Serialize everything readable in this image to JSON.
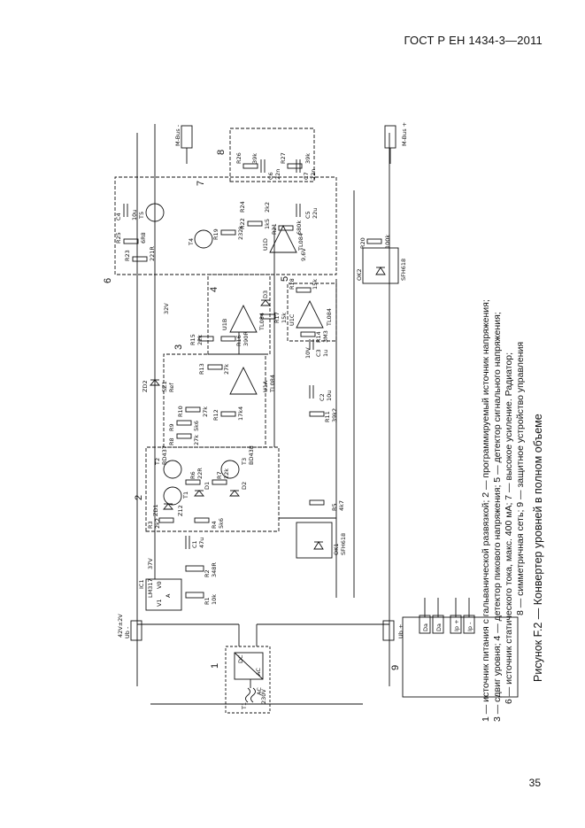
{
  "header": {
    "standard": "ГОСТ Р ЕН 1434-3—2011"
  },
  "page_number": "35",
  "figure": {
    "title": "Рисунок F.2 — Конвертер уровней в полном объеме",
    "legend_lines": [
      "1 — источник питания с гальванической развязкой; 2 — программируемый источник напряжения;",
      "3 — сдвиг уровня; 4 — детектор пикового напряжения; 5 — детектор сигнального напряжения;",
      "6 — источник статического тока, макс. 400 мА; 7 — высокое усиление. Радиатор;",
      "8 — симметричная сеть; 9 — защитное устройство управления"
    ]
  },
  "terminals": {
    "mbus_minus": "M-Bus -",
    "mbus_plus": "M-Bus +",
    "ub_minus": "Ub -",
    "ub_plus": "Ub +",
    "in_supply": "42V±2V",
    "da1": "Da",
    "da2": "Da",
    "ip1": "Ip +",
    "ip2": "Ip -"
  },
  "blocks": {
    "b1": "1",
    "b2": "2",
    "b3": "3",
    "b4": "4",
    "b5": "5",
    "b6": "6",
    "b7": "7",
    "b8": "8",
    "b9": "9"
  },
  "rails": {
    "v37": "37V",
    "v32": "32V",
    "v10": "10V",
    "v96": "9,6V"
  },
  "components": {
    "t1_transformer": "T1",
    "t1_ac": "AC",
    "t1_ac_in": "AC",
    "t1_dc": "DC",
    "t1_ac_volt": "230V",
    "ic1": "IC1",
    "ic1_part": "LM317",
    "ic1_v1": "V1",
    "ic1_a": "A",
    "ic1_v0": "V0",
    "r1": "R1",
    "r1_val": "10k",
    "r2": "R2",
    "r2_val": "348R",
    "c1": "C1",
    "c1_val": "47u",
    "r3": "R3",
    "r3_val": "2k2",
    "r4": "R4",
    "r4_val": "5k6",
    "r5": "R5",
    "r5_val": "4k7",
    "zd1": "ZD1",
    "zd1_val": "Z12",
    "t1": "T1",
    "t2": "T2",
    "t2_part": "BD437",
    "t3": "T3",
    "t3_part": "BD438",
    "d1": "D1",
    "d2": "D2",
    "r6": "R6",
    "r6_val": "22R",
    "r7": "R7",
    "r7_val": "22k",
    "r8": "R8",
    "r8_val": "27k",
    "r9": "R9",
    "r9_val": "5k6",
    "r10": "R10",
    "r10_val": "27k",
    "r11": "R11",
    "r11_val": "39k2",
    "r12": "R12",
    "r12_val": "17k4",
    "r13": "R13",
    "r13_val": "27k",
    "u1a": "U1A",
    "u1a_part": "TL084",
    "zd2": "ZD2",
    "zd2_part": "SZ1",
    "zd2_ref": "Ref",
    "c2": "C2",
    "c2_val": "10u",
    "r14": "R14",
    "r14_val": "3M3",
    "c3": "C3",
    "c3_val": "1u",
    "r15": "R15",
    "r15_val": "22k",
    "r16": "R16",
    "r16_val": "390R",
    "r17": "R17",
    "r17_val": "15k",
    "d3": "D3",
    "u1b": "U1B",
    "u1b_part": "TL084",
    "u1c": "U1C",
    "u1c_part": "TL084",
    "u1d": "U1D",
    "u1d_part": "TL084",
    "r18": "R18",
    "r18_val": "15k",
    "r19": "R19",
    "r19_val": "232k",
    "r20": "R20",
    "r20_val": "100k",
    "r21": "R21",
    "r21_val": "680k",
    "r22": "R22",
    "r22_val": "1k5",
    "r23": "R23",
    "r23_val": "221R",
    "r24": "R24",
    "r24_val": "2k2",
    "r25": "R25",
    "r25_val": "6R8",
    "c4": "C4",
    "c4_val": "10u",
    "c5": "C5",
    "c5_val": "22u",
    "t4": "T4",
    "t5": "T5",
    "r26": "R26",
    "r26_val": "39k",
    "r27": "R27",
    "r27_val": "39k",
    "c6": "C6",
    "c6_val": "22n",
    "c7": "C7",
    "c7_val": "22n",
    "ok1": "OK1",
    "ok1_part": "SFH618",
    "ok2": "OK2",
    "ok2_part": "SFH618"
  }
}
